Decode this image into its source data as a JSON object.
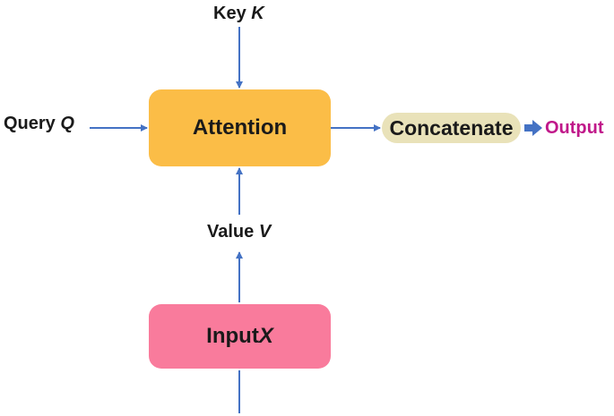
{
  "colors": {
    "arrow": "#4472c4",
    "attention_fill": "#fbbd47",
    "input_fill": "#f97b9c",
    "concatenate_fill": "#e9e2b9",
    "output_text": "#c0188a",
    "label_text": "#1a1a1a"
  },
  "labels": {
    "key": {
      "text": "Key ",
      "symbol": "K"
    },
    "query": {
      "text": "Query ",
      "symbol": "Q"
    },
    "value": {
      "text": "Value ",
      "symbol": "V"
    },
    "output": "Output"
  },
  "boxes": {
    "attention": "Attention",
    "input": {
      "text": "Input ",
      "symbol": "X"
    },
    "concatenate": "Concatenate"
  }
}
